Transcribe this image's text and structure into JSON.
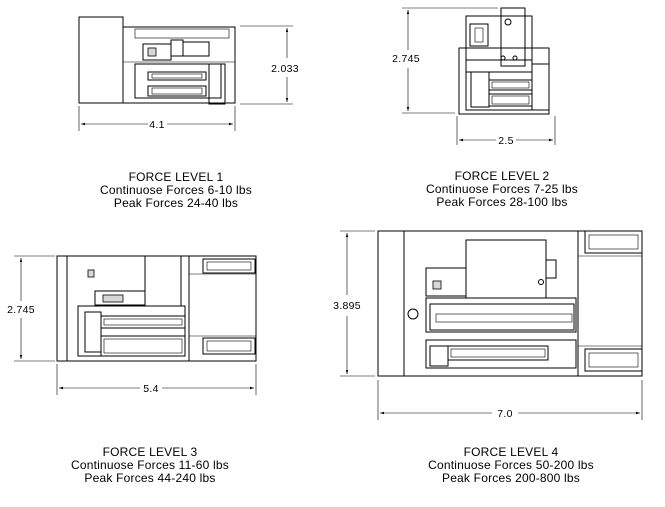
{
  "colors": {
    "ink": "#000000",
    "shade": "#d8d8d8",
    "background": "#ffffff"
  },
  "levels": [
    {
      "title": "FORCE LEVEL 1",
      "continuous": "Continuose Forces 6-10 lbs",
      "peak": "Peak Forces 24-40 lbs",
      "width_dim": "4.1",
      "height_dim": "2.033"
    },
    {
      "title": "FORCE LEVEL 2",
      "continuous": "Continuose Forces 7-25 lbs",
      "peak": "Peak Forces 28-100 lbs",
      "width_dim": "2.5",
      "height_dim": "2.745"
    },
    {
      "title": "FORCE LEVEL 3",
      "continuous": "Continuose Forces 11-60 lbs",
      "peak": "Peak Forces 44-240 lbs",
      "width_dim": "5.4",
      "height_dim": "2.745"
    },
    {
      "title": "FORCE LEVEL 4",
      "continuous": "Continuose Forces 50-200 lbs",
      "peak": "Peak Forces 200-800 lbs",
      "width_dim": "7.0",
      "height_dim": "3.895"
    }
  ]
}
